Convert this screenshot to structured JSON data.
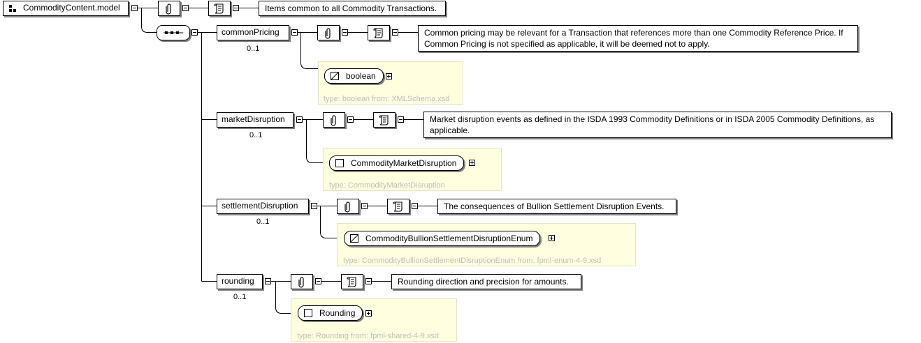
{
  "root": {
    "label": "CommodityContent.model",
    "documentation": "Items common to all Commodity Transactions."
  },
  "sequence": {
    "compositor": "sequence"
  },
  "elements": [
    {
      "name": "commonPricing",
      "occurrence": "0..1",
      "documentation": "Common pricing may be relevant for a Transaction that references more than one Commodity Reference Price. If Common Pricing is not specified as applicable, it will be deemed not to apply.",
      "type_name": "boolean",
      "type_kind": "simple",
      "type_info": "type: boolean from: XMLSchema.xsd"
    },
    {
      "name": "marketDisruption",
      "occurrence": "0..1",
      "documentation": "Market disruption events as defined in the ISDA 1993 Commodity Definitions or in ISDA 2005 Commodity Definitions, as applicable.",
      "type_name": "CommodityMarketDisruption",
      "type_kind": "complex",
      "type_info": "type: CommodityMarketDisruption"
    },
    {
      "name": "settlementDisruption",
      "occurrence": "0..1",
      "documentation": "The consequences of Bullion Settlement Disruption Events.",
      "type_name": "CommodityBullionSettlementDisruptionEnum",
      "type_kind": "simple",
      "type_info": "type: CommodityBullionSettlementDisruptionEnum from: fpml-enum-4-9.xsd"
    },
    {
      "name": "rounding",
      "occurrence": "0..1",
      "documentation": "Rounding direction and precision for amounts.",
      "type_name": "Rounding",
      "type_kind": "complex",
      "type_info": "type: Rounding from: fpml-shared-4-9.xsd"
    }
  ]
}
